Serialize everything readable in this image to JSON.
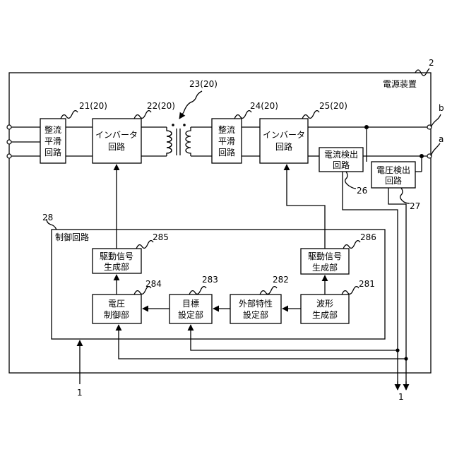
{
  "labels": {
    "device_title": "電源装置",
    "ref_device": "2",
    "control_title": "制御回路",
    "ref_control": "28",
    "terminal_b": "b",
    "terminal_a": "a",
    "ref_input": "1",
    "ref_output": "1",
    "ref_current": "26",
    "ref_voltage": "27"
  },
  "blocks": {
    "rect1": {
      "ref": "21(20)",
      "lines": [
        "整流",
        "平滑",
        "回路"
      ]
    },
    "inv1": {
      "ref": "22(20)",
      "lines": [
        "インバータ",
        "回路"
      ]
    },
    "trans": {
      "ref": "23(20)"
    },
    "rect2": {
      "ref": "24(20)",
      "lines": [
        "整流",
        "平滑",
        "回路"
      ]
    },
    "inv2": {
      "ref": "25(20)",
      "lines": [
        "インバータ",
        "回路"
      ]
    },
    "cur": {
      "lines": [
        "電流検出",
        "回路"
      ]
    },
    "vol": {
      "lines": [
        "電圧検出",
        "回路"
      ]
    },
    "drv1": {
      "ref": "285",
      "lines": [
        "駆動信号",
        "生成部"
      ]
    },
    "drv2": {
      "ref": "286",
      "lines": [
        "駆動信号",
        "生成部"
      ]
    },
    "vctl": {
      "ref": "284",
      "lines": [
        "電圧",
        "制御部"
      ]
    },
    "target": {
      "ref": "283",
      "lines": [
        "目標",
        "設定部"
      ]
    },
    "ext": {
      "ref": "282",
      "lines": [
        "外部特性",
        "設定部"
      ]
    },
    "wave": {
      "ref": "281",
      "lines": [
        "波形",
        "生成部"
      ]
    }
  }
}
